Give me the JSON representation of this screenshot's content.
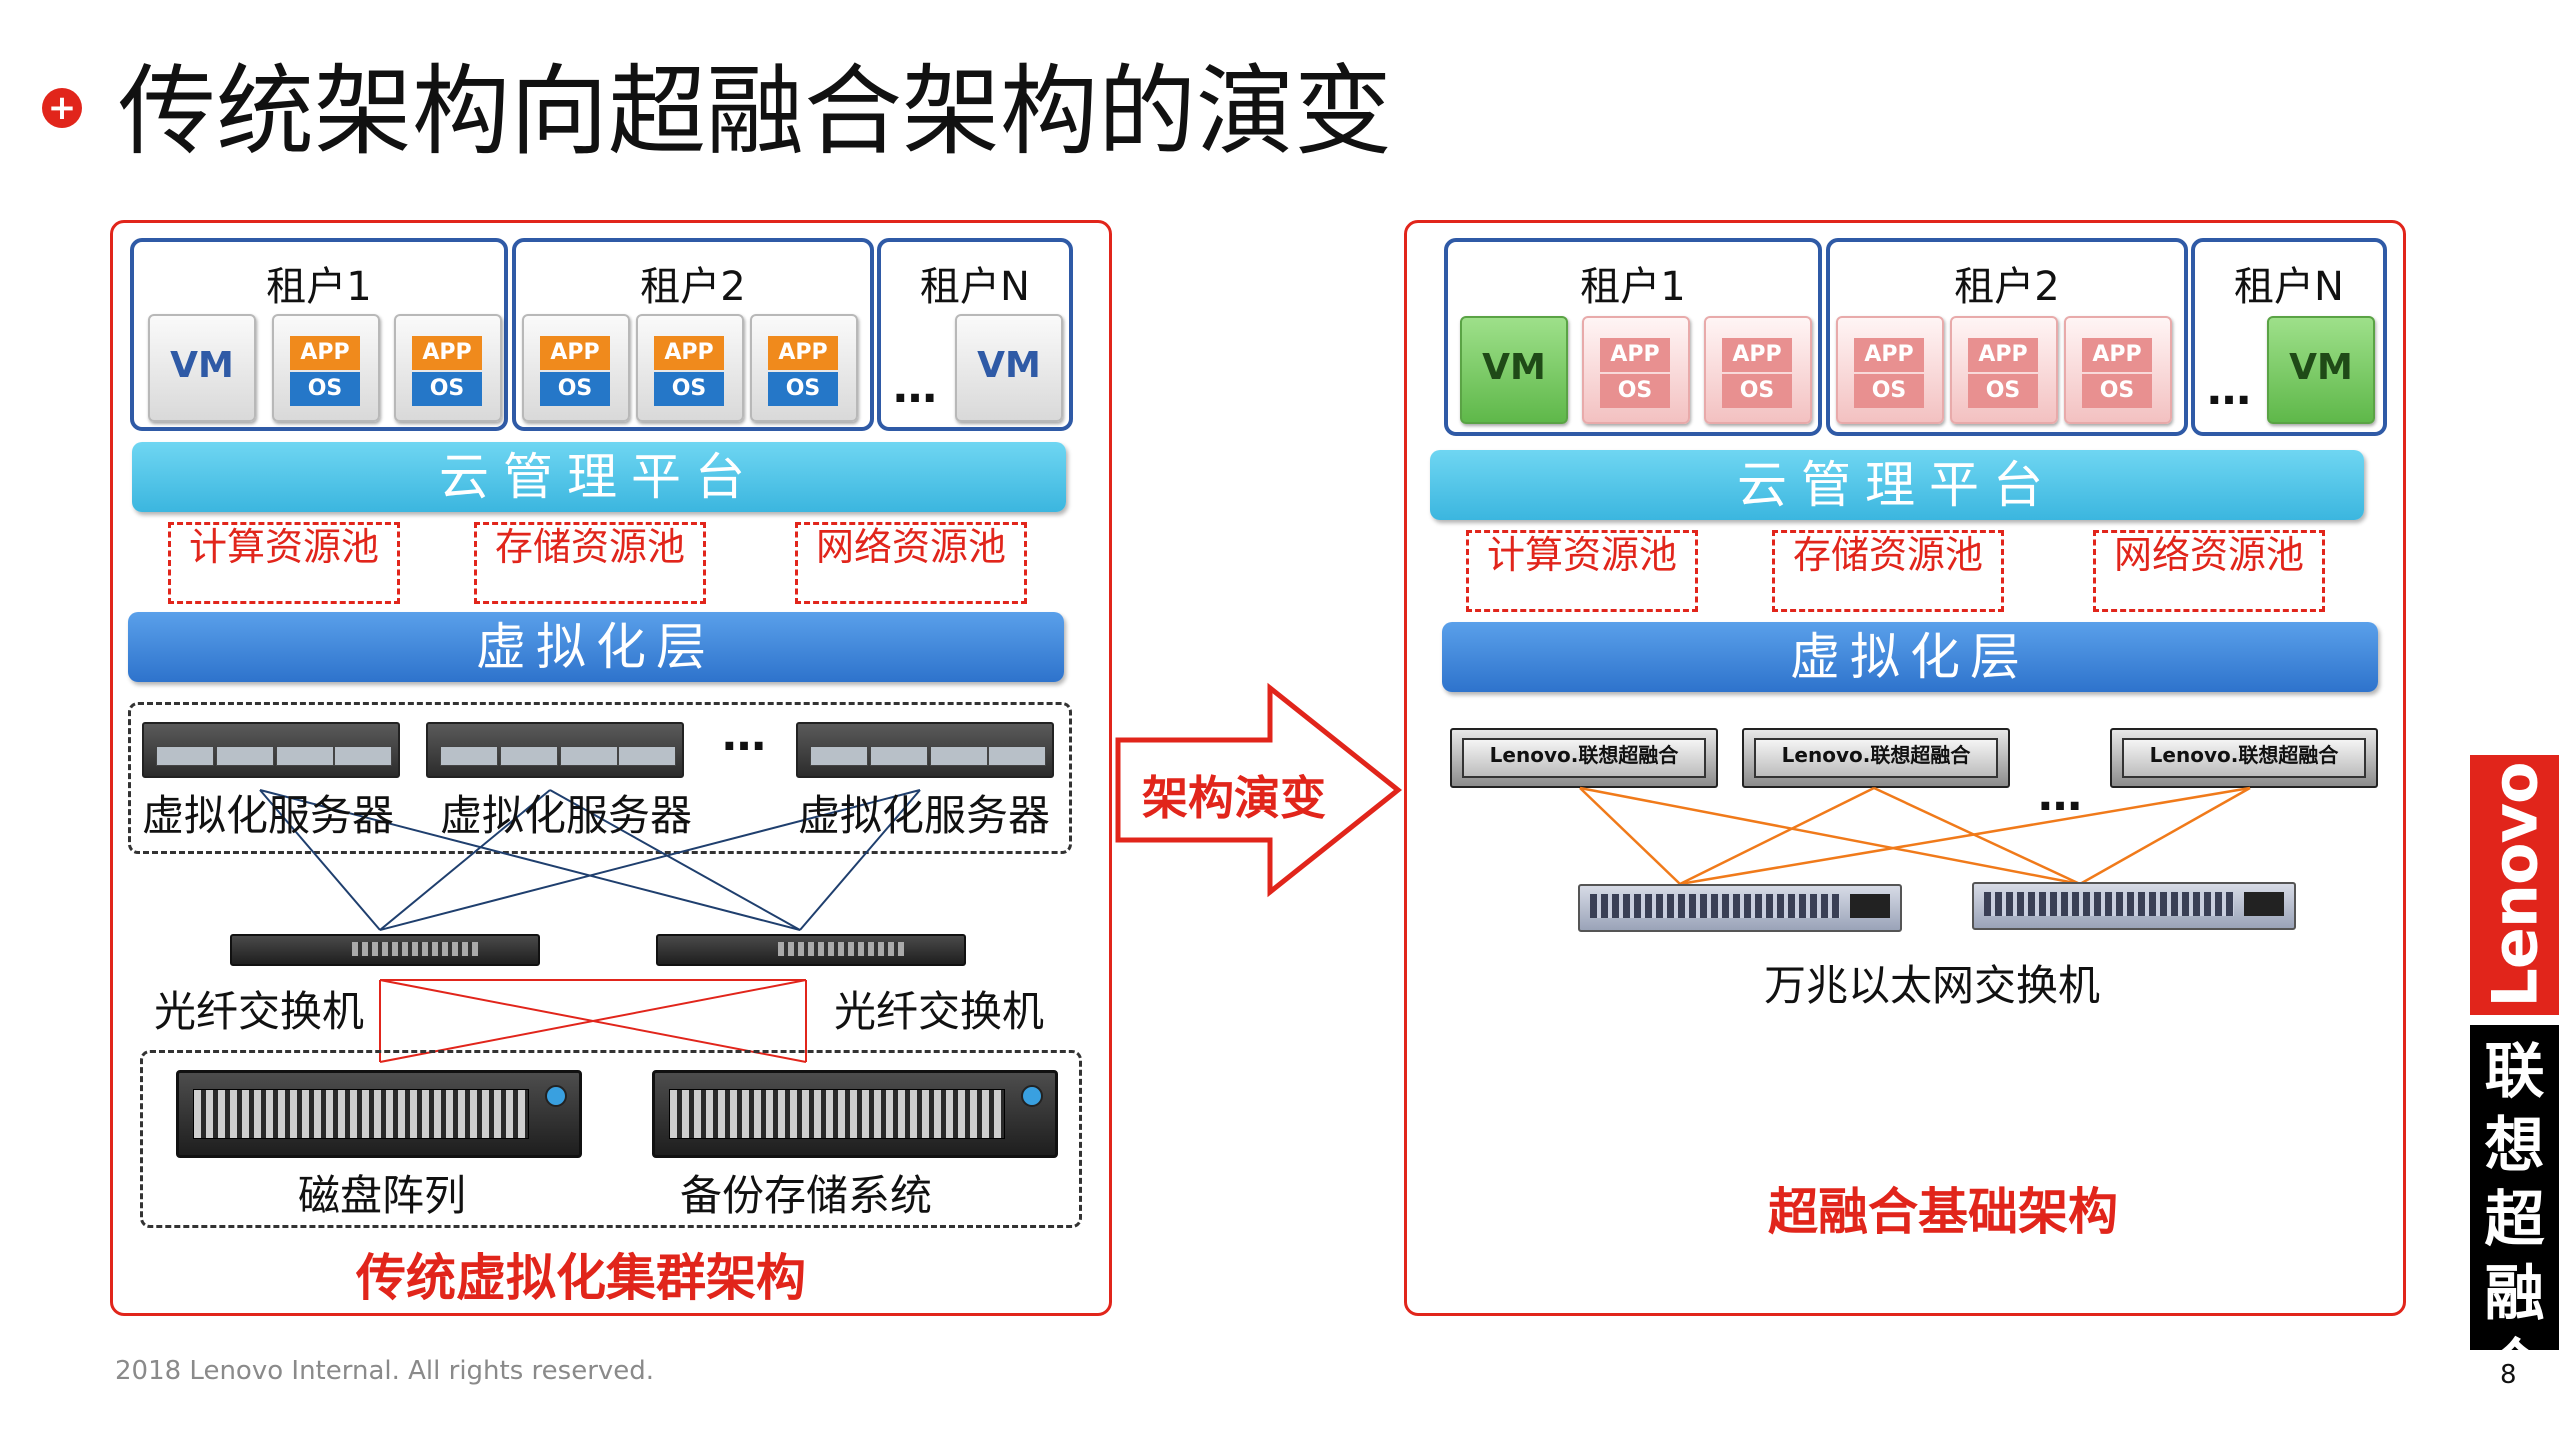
{
  "title": "传统架构向超融合架构的演变",
  "title_icon": "plus-circle-icon",
  "left": {
    "tenants": [
      {
        "label": "租户1"
      },
      {
        "label": "租户2"
      },
      {
        "label": "租户N"
      }
    ],
    "vm_label": "VM",
    "app_label": "APP",
    "os_label": "OS",
    "ellipsis": "…",
    "cloud_platform": "云管理平台",
    "pools": [
      "计算资源池",
      "存储资源池",
      "网络资源池"
    ],
    "virtualization_layer": "虚拟化层",
    "server_labels": [
      "虚拟化服务器",
      "虚拟化服务器",
      "虚拟化服务器"
    ],
    "servers_ellipsis": "…",
    "fc_switch_labels": [
      "光纤交换机",
      "光纤交换机"
    ],
    "storage_labels": [
      "磁盘阵列",
      "备份存储系统"
    ],
    "caption": "传统虚拟化集群架构"
  },
  "arrow_label": "架构演变",
  "right": {
    "tenants": [
      {
        "label": "租户1"
      },
      {
        "label": "租户2"
      },
      {
        "label": "租户N"
      }
    ],
    "vm_label": "VM",
    "app_label": "APP",
    "os_label": "OS",
    "ellipsis": "…",
    "cloud_platform": "云管理平台",
    "pools": [
      "计算资源池",
      "存储资源池",
      "网络资源池"
    ],
    "virtualization_layer": "虚拟化层",
    "node_label": "Lenovo.联想超融合",
    "nodes_ellipsis": "…",
    "switch_label": "万兆以太网交换机",
    "caption": "超融合基础架构"
  },
  "brand": {
    "logo_text": "Lenovo",
    "chars": [
      "联",
      "想",
      "超",
      "融",
      "合"
    ]
  },
  "footer": "2018 Lenovo Internal. All rights reserved.",
  "page_number": "8",
  "colors": {
    "brand_red": "#e1251b",
    "tenant_border": "#2f5aa6",
    "cloud_bar": "#3bb6df",
    "virt_bar": "#2e73cc",
    "app_orange": "#f08a1c",
    "os_blue": "#2577c8",
    "vm_green": "#5fb84a",
    "orange_link": "#f07a1a",
    "navy_link": "#1f3f6e"
  }
}
